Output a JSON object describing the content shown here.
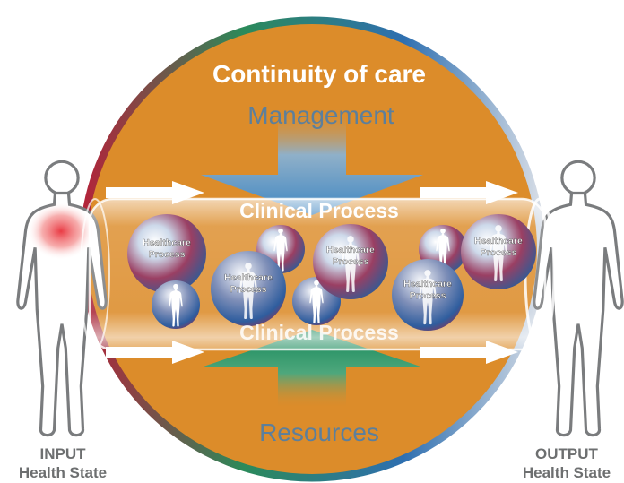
{
  "title": "Continuity of care",
  "top_label": "Management",
  "bottom_label": "Resources",
  "process_label_top": "Clinical Process",
  "process_label_bottom": "Clinical Process",
  "sphere_label": "Healthcare Process",
  "input": {
    "line1": "INPUT",
    "line2": "Health State"
  },
  "output": {
    "line1": "OUTPUT",
    "line2": "Health State"
  },
  "colors": {
    "circle_fill": "#dc8c2a",
    "title_text": "#ffffff",
    "subtitle_text": "#5c7f9c",
    "management_arrow": "#4a8ac0",
    "resources_arrow": "#1b8f5e",
    "health_text": "#6d6f70",
    "pain": "#e8303a"
  }
}
